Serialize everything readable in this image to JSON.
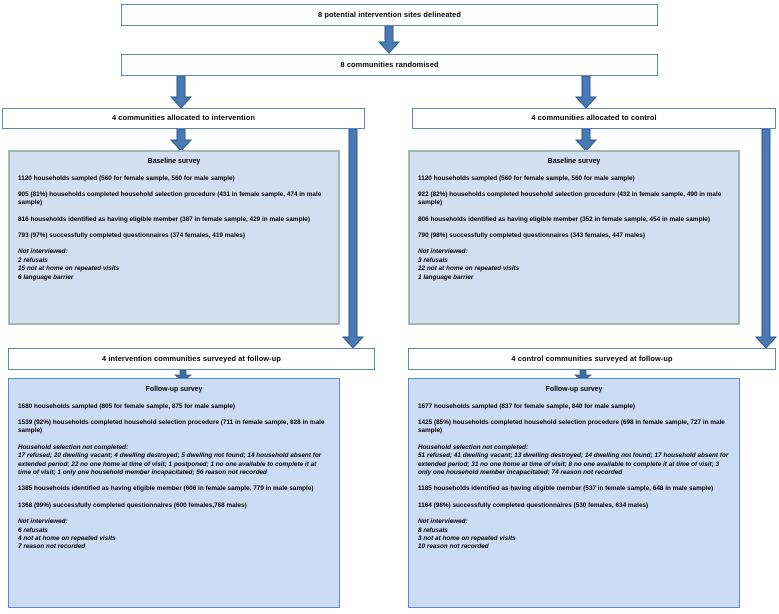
{
  "diagram": {
    "title_top": "8 potential intervention sites delineated",
    "randomised": "8 communities randomised",
    "arm_left": {
      "allocation": "4 communities allocated to intervention",
      "followup_title": "4 intervention communities surveyed at follow-up",
      "baseline": {
        "heading": "Baseline survey",
        "sampled": "1120 households sampled (560 for female sample, 560 for male sample)",
        "selection_completed": "905 (81%) households completed household selection procedure (431 in female sample, 474 in male sample)",
        "eligible": "816 households identified as having eligible member (387 in female sample, 429 in male sample)",
        "questionnaires": "793 (97%) successfully completed questionnaires (374 females, 419 males)",
        "not_interviewed_heading": "Not interviewed:",
        "not_interviewed_lines": [
          "2 refusals",
          "15 not at home on repeated visits",
          "6 language barrier"
        ]
      },
      "followup": {
        "heading": "Follow-up survey",
        "sampled": "1680 households sampled (805 for female sample, 875 for male sample)",
        "selection_completed": "1539 (92%) households completed household selection procedure (711 in female sample, 828 in male sample)",
        "selection_not_completed_heading": "Household selection not completed:",
        "selection_not_completed_body": "17 refused; 20 dwelling vacant; 4 dwelling destroyed; 5 dwelling not found; 14 household absent for extended period; 22 no one home at time of visit; 1 postponed; 1 no one available to complete it at time of visit; 1 only one household member incapacitated; 56 reason not recorded",
        "eligible": "1385 households identified as having eligible member (606 in female sample, 779 in male sample)",
        "questionnaires": "1368 (99%) successfully completed questionnaires (600 females,768 males)",
        "not_interviewed_heading": "Not interviewed:",
        "not_interviewed_lines": [
          "6 refusals",
          "4 not at home on repeated visits",
          "7 reason not recorded"
        ]
      }
    },
    "arm_right": {
      "allocation": "4 communities allocated to control",
      "followup_title": "4 control communities surveyed at follow-up",
      "baseline": {
        "heading": "Baseline survey",
        "sampled": "1120 households sampled (560 for female sample, 560 for male sample)",
        "selection_completed": "922 (82%) households completed household selection procedure (432 in female sample, 490 in male sample)",
        "eligible": "806 households identified as having eligible member (352 in female sample, 454 in male sample)",
        "questionnaires": "790 (98%) successfully completed questionnaires (343 females, 447 males)",
        "not_interviewed_heading": "Not interviewed:",
        "not_interviewed_lines": [
          "3 refusals",
          "12 not at home on repeated visits",
          "1 language barrier"
        ]
      },
      "followup": {
        "heading": "Follow-up survey",
        "sampled": "1677 households sampled (837 for female sample, 840 for male sample)",
        "selection_completed": "1425 (85%) households completed household selection procedure (698 in female sample, 727 in male sample)",
        "selection_not_completed_heading": "Household selection not completed:",
        "selection_not_completed_body": "51 refused; 41 dwelling vacant; 13 dwelling destroyed; 14 dwelling not found; 17 household absent for extended period; 31 no one home at time of visit; 8 no one available to complete it at time of visit; 3 only one household member incapacitated; 74 reason not recorded",
        "eligible": "1185 households identified as having eligible member (537 in female sample, 648 in male sample)",
        "questionnaires": "1164 (98%) successfully completed questionnaires (530 females, 634 males)",
        "not_interviewed_heading": "Not interviewed:",
        "not_interviewed_lines": [
          "8 refusals",
          "3 not at home on repeated visits",
          "10 reason not recorded"
        ]
      }
    },
    "colors": {
      "box_border": "#5b88c0",
      "panel_fill": "#cfdcf0",
      "panel_border_baseline": "#a6b98a",
      "panel_border_followup": "#5b8ad0",
      "arrow_fill": "#4a7ab5",
      "arrow_stroke": "#2e5b8e"
    }
  }
}
